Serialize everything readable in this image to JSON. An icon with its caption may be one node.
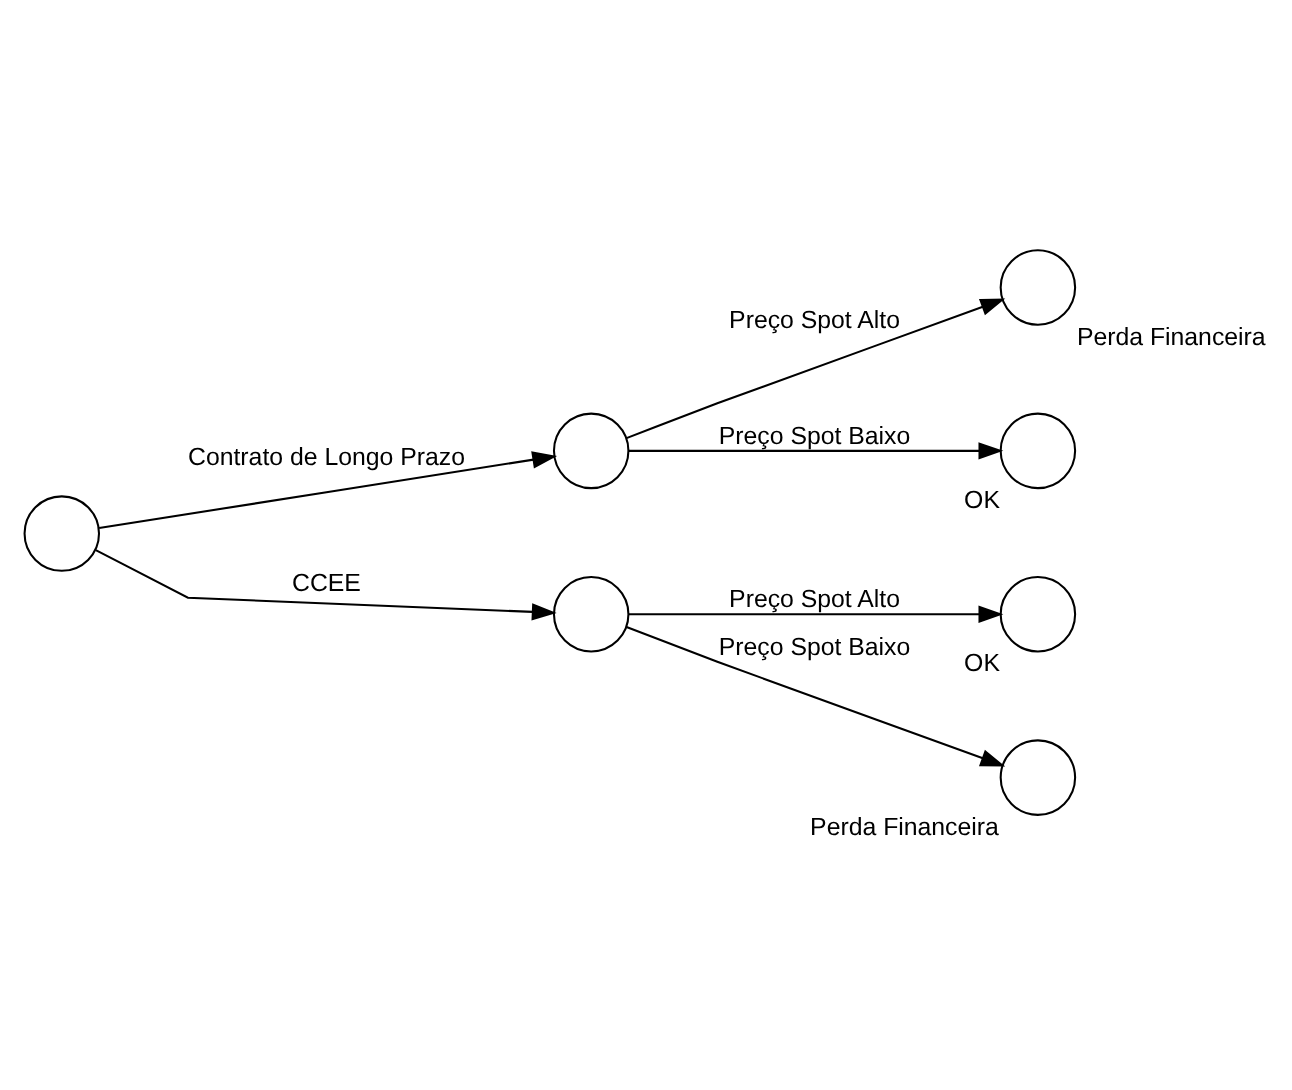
{
  "diagram": {
    "nodes": [
      {
        "text": [],
        "shape": "circle"
      },
      {
        "text": [],
        "shape": "circle"
      },
      {
        "text": [],
        "shape": "circle",
        "beside": [
          "Perda Financeira"
        ]
      },
      {
        "text": [],
        "shape": "circle",
        "beside": [
          "OK"
        ]
      },
      {
        "text": [],
        "shape": "circle"
      },
      {
        "text": [],
        "shape": "circle",
        "beside": [
          "OK"
        ]
      },
      {
        "text": [],
        "shape": "circle",
        "beside": [
          "Perda Financeira"
        ]
      }
    ],
    "edges": [
      {
        "from": 0,
        "to": 1,
        "arrow": "to",
        "label": "Contrato de Longo Prazo"
      },
      {
        "from": 1,
        "to": 2,
        "arrow": "to",
        "label": "Preço Spot Alto"
      },
      {
        "from": 1,
        "to": 3,
        "arrow": "to",
        "label": "Preço Spot Baixo"
      },
      {
        "from": 0,
        "to": 4,
        "arrow": "to",
        "label": "CCEE"
      },
      {
        "from": 4,
        "to": 5,
        "arrow": "to",
        "label": "Preço Spot Alto"
      },
      {
        "from": 4,
        "to": 6,
        "arrow": "to",
        "label": "Preço Spot Baixo"
      }
    ]
  }
}
